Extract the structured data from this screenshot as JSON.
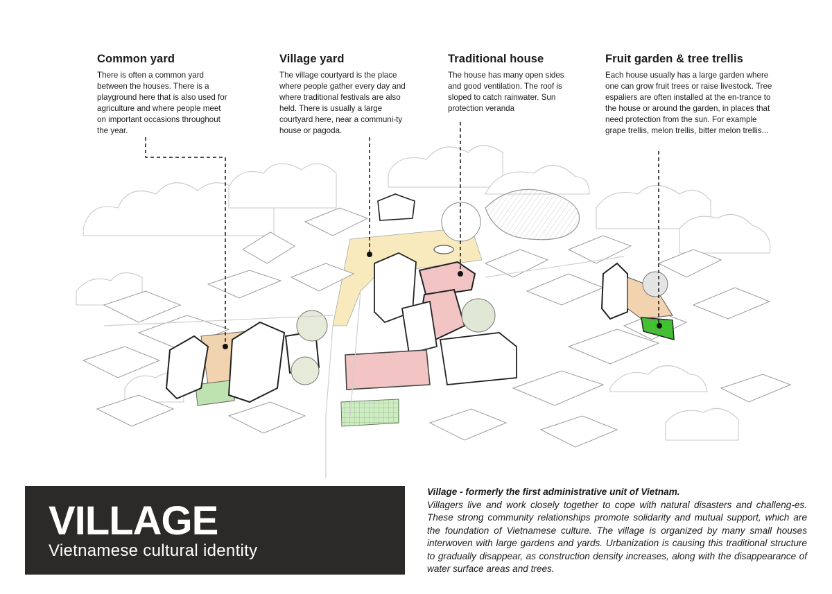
{
  "annotations": [
    {
      "title": "Common yard",
      "text": "There is often a common yard between the houses. There is a playground here that is also used for agriculture and where people meet on important occasions throughout the year."
    },
    {
      "title": "Village yard",
      "text": "The village courtyard is the place where people gather every day and where traditional festivals are also held. There is usually a large courtyard here, near a communi-ty house or pagoda."
    },
    {
      "title": "Traditional house",
      "text": "The house has many open sides and good ventilation. The roof is sloped to catch rainwater. Sun protection veranda"
    },
    {
      "title": "Fruit garden & tree trellis",
      "text": "Each house usually has a large garden where one can grow fruit trees or raise livestock. Tree espaliers are often installed at the en-trance to the house or around the garden, in places that need protection from the sun. For example grape trellis, melon trellis, bitter melon trellis..."
    }
  ],
  "title_box": {
    "title": "VILLAGE",
    "subtitle": "Vietnamese cultural identity"
  },
  "description": {
    "title": "Village - formerly the first administrative unit of Vietnam.",
    "body": "Villagers live and work closely together to cope with natural disasters and challeng-es. These strong community relationships promote solidarity and mutual support, which are the foundation of Vietnamese culture. The village is organized by many small houses interwoven with large gardens and yards. Urbanization is causing this traditional structure to gradually disappear, as construction density increases, along with the disappearance of water surface areas and trees."
  },
  "colors": {
    "yard_orange": "#f2d3b0",
    "village_yard_yellow": "#f6e3a8",
    "roof_pink": "#f2c4c4",
    "garden_green": "#7fcf6a",
    "title_box_bg": "#2b2a29",
    "ink": "#222222"
  }
}
